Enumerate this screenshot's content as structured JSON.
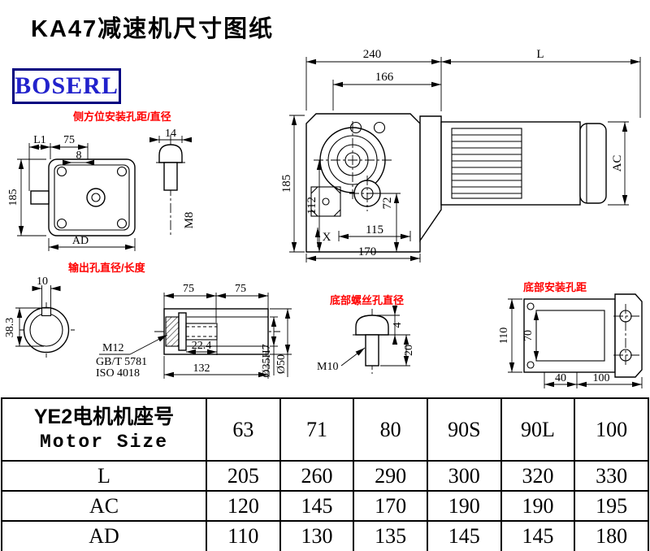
{
  "title": "KA47减速机尺寸图纸",
  "logo": "BOSERL",
  "colors": {
    "annotation_red": "#ff0000",
    "logo_text_blue": "#2222cc",
    "logo_border_navy": "#000080"
  },
  "notes": {
    "side_mount": "侧方位安装孔距/直径",
    "output_hole": "输出孔直径/长度",
    "bottom_screw": "底部螺丝孔直径",
    "bottom_mount": "底部安装孔距"
  },
  "dims": {
    "top_240": "240",
    "top_L": "L",
    "top_166": "166",
    "main_185": "185",
    "main_112": "112",
    "main_72": "72",
    "main_X": "X",
    "main_115": "115",
    "main_170": "170",
    "main_AC": "AC",
    "side_L1": "L1",
    "side_75": "75",
    "side_8": "8",
    "side_185": "185",
    "side_AD": "AD",
    "bolt_14": "14",
    "bolt_M8": "M8",
    "key_10": "10",
    "key_38_3": "38.3",
    "shaft_75a": "75",
    "shaft_75b": "75",
    "shaft_M12": "M12",
    "shaft_gb": "GB/T 5781",
    "shaft_iso": "ISO 4018",
    "shaft_22_4": "22.4",
    "shaft_132": "132",
    "shaft_d35": "Ø35H7",
    "shaft_d50": "Ø50",
    "screw_4": "4",
    "screw_20": "20",
    "screw_M10": "M10",
    "base_110": "110",
    "base_70": "70",
    "base_40": "40",
    "base_100": "100"
  },
  "table": {
    "row_header_cn": "YE2电机机座号",
    "row_header_en": "Motor Size",
    "sizes": [
      "63",
      "71",
      "80",
      "90S",
      "90L",
      "100"
    ],
    "rows": [
      {
        "label": "L",
        "values": [
          "205",
          "260",
          "290",
          "300",
          "320",
          "330"
        ]
      },
      {
        "label": "AC",
        "values": [
          "120",
          "145",
          "170",
          "190",
          "190",
          "195"
        ]
      },
      {
        "label": "AD",
        "values": [
          "110",
          "130",
          "135",
          "145",
          "145",
          "180"
        ]
      }
    ]
  }
}
